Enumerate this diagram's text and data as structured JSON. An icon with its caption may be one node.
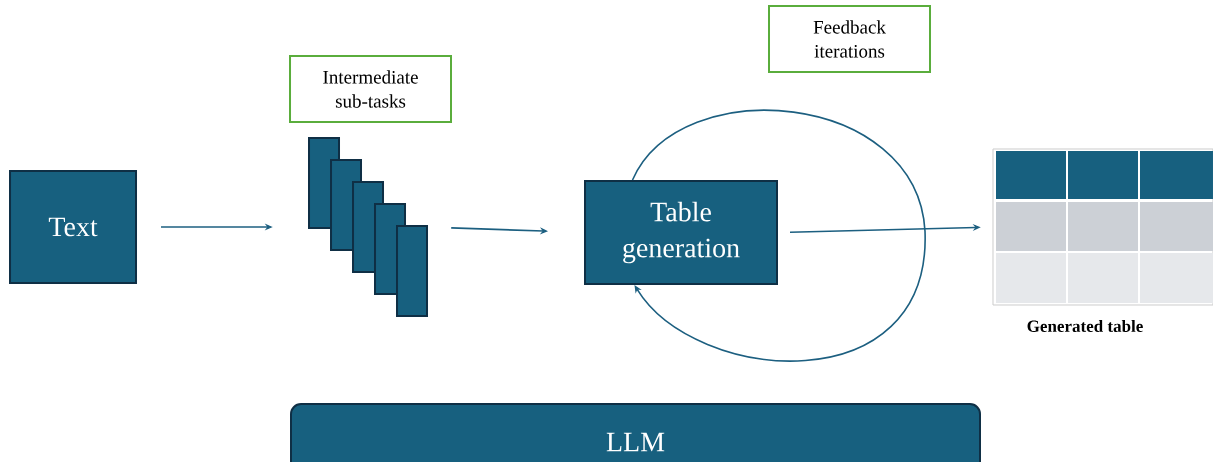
{
  "diagram": {
    "nodes": [
      {
        "text": [
          "Text"
        ]
      },
      {
        "text": [
          "Intermediate sub-tasks"
        ]
      },
      {
        "text": [],
        "shape": "box"
      },
      {
        "text": [
          "Feedback iterations"
        ]
      },
      {
        "text": [
          "Table generation"
        ]
      },
      {
        "text": [],
        "shape": "table",
        "beside": [
          "Generated table"
        ]
      },
      {
        "text": [
          "LLM"
        ]
      }
    ],
    "edges": [
      {
        "from": 0,
        "to": 2,
        "arrow": "to"
      },
      {
        "from": 2,
        "to": 4,
        "arrow": "to"
      },
      {
        "from": 4,
        "to": 5,
        "arrow": "to"
      },
      {
        "from": 4,
        "to": 4,
        "arrow": "to"
      }
    ]
  }
}
